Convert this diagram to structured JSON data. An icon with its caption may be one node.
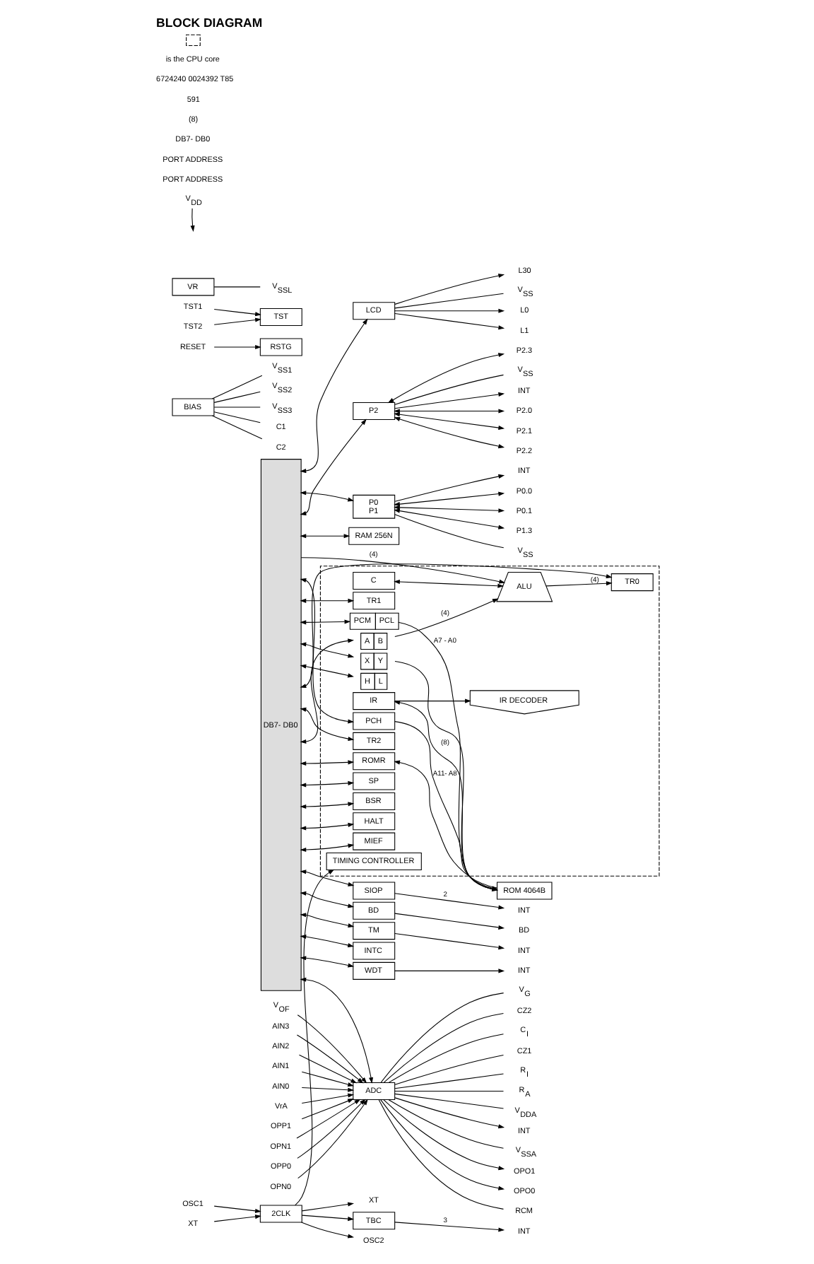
{
  "diagram": {
    "title": "BLOCK DIAGRAM",
    "nodes": [
      {
        "text": [],
        "shape": "box"
      },
      {
        "text": [
          "BIAS"
        ]
      },
      {
        "text": [
          "LCD"
        ]
      },
      {
        "text": [
          "P0",
          "P1"
        ]
      },
      {
        "text": [
          "P2"
        ]
      },
      {
        "text": [
          "ADC"
        ]
      },
      {
        "text": [
          "ROM 4064B"
        ]
      },
      {
        "text": [
          "RAM 256N"
        ]
      },
      {
        "text": [
          "SIOP"
        ]
      },
      {
        "text": [
          "PCH"
        ],
        "in": 0
      },
      {
        "text": [
          "TR1"
        ],
        "in": 0
      },
      {
        "text": [
          "PCM",
          "PCL"
        ],
        "in": 0
      },
      {
        "text": [
          "X",
          "Y"
        ],
        "in": 0
      },
      {
        "text": [
          "H",
          "L"
        ],
        "in": 0
      },
      {
        "text": [
          "ALU"
        ],
        "in": 0
      },
      {
        "text": [
          "TR0"
        ],
        "in": 0
      },
      {
        "text": [
          "TR2"
        ],
        "in": 0
      },
      {
        "text": [
          "C"
        ],
        "in": 0
      },
      {
        "text": [
          "A",
          "B"
        ],
        "in": 0
      },
      {
        "text": [
          "ROMR"
        ],
        "in": 0
      },
      {
        "text": [
          "IR"
        ],
        "in": 0
      },
      {
        "text": [
          "IR DECODER"
        ],
        "in": 0
      },
      {
        "text": [
          "SP"
        ],
        "in": 0
      },
      {
        "text": [
          "TIMING CONTROLLER"
        ],
        "in": 0
      },
      {
        "text": [
          "BSR"
        ],
        "in": 0
      },
      {
        "text": [
          "HALT"
        ],
        "in": 0
      },
      {
        "text": [
          "MIEF"
        ],
        "in": 0
      },
      {
        "text": [
          "TBC"
        ]
      },
      {
        "text": [
          "BD"
        ]
      },
      {
        "text": [
          "TM"
        ]
      },
      {
        "text": [
          "INTC"
        ]
      },
      {
        "text": [
          "WDT"
        ]
      },
      {
        "text": [
          "2CLK"
        ]
      },
      {
        "text": [
          "RSTG"
        ]
      },
      {
        "text": [
          "TST"
        ]
      },
      {
        "text": [
          "VR"
        ]
      },
      {
        "text": [
          "DB7- DB0"
        ]
      },
      {
        "text": [
          "V$_{DD}$"
        ]
      },
      {
        "text": [
          "V$_{SS1}$"
        ]
      },
      {
        "text": [
          "V$_{SS2}$"
        ]
      },
      {
        "text": [
          "V$_{SS3}$"
        ]
      },
      {
        "text": [
          "C1"
        ]
      },
      {
        "text": [
          "C2"
        ]
      },
      {
        "text": [
          "L0"
        ]
      },
      {
        "text": [
          "L1"
        ]
      },
      {
        "text": [
          "L30"
        ]
      },
      {
        "text": [
          "V$_{SS}$"
        ]
      },
      {
        "text": [
          "P0.0"
        ]
      },
      {
        "text": [
          "P0.1"
        ]
      },
      {
        "text": [
          "P1.3"
        ]
      },
      {
        "text": [
          "V$_{SS}$"
        ]
      },
      {
        "text": [
          "INT"
        ]
      },
      {
        "text": [
          "INT"
        ]
      },
      {
        "text": [
          "P2.0"
        ]
      },
      {
        "text": [
          "P2.1"
        ]
      },
      {
        "text": [
          "P2.2"
        ]
      },
      {
        "text": [
          "P2.3"
        ]
      },
      {
        "text": [
          "V$_{SS}$"
        ]
      },
      {
        "text": [
          "INT"
        ]
      },
      {
        "text": [
          "V$_{SSA}$"
        ]
      },
      {
        "text": [
          "OPP1"
        ]
      },
      {
        "text": [
          "OPN1"
        ]
      },
      {
        "text": [
          "OPO1"
        ]
      },
      {
        "text": [
          "OPP0"
        ]
      },
      {
        "text": [
          "OPN0"
        ]
      },
      {
        "text": [
          "OPO0"
        ]
      },
      {
        "text": [
          "V$_{OF}$"
        ]
      },
      {
        "text": [
          "RCM"
        ]
      },
      {
        "text": [
          "V$_{G}$"
        ]
      },
      {
        "text": [
          "CZ2"
        ]
      },
      {
        "text": [
          "C$_{I}$"
        ]
      },
      {
        "text": [
          "CZ1"
        ]
      },
      {
        "text": [
          "R$_{I}$"
        ]
      },
      {
        "text": [
          "R$_{A}$"
        ]
      },
      {
        "text": [
          "AIN3"
        ]
      },
      {
        "text": [
          "AIN2"
        ]
      },
      {
        "text": [
          "AIN1"
        ]
      },
      {
        "text": [
          "AIN0"
        ]
      },
      {
        "text": [
          "VrA"
        ]
      },
      {
        "text": [
          "V$_{DDA}$"
        ]
      },
      {
        "text": [
          "INT"
        ]
      },
      {
        "text": [
          "BD"
        ]
      },
      {
        "text": [
          "INT"
        ]
      },
      {
        "text": [
          "INT"
        ]
      },
      {
        "text": [
          "INT"
        ]
      },
      {
        "text": [
          "OSC2"
        ]
      },
      {
        "text": [
          "OSC1"
        ]
      },
      {
        "text": [
          "XT"
        ]
      },
      {
        "text": [
          "XT"
        ]
      },
      {
        "text": [
          "RESET"
        ]
      },
      {
        "text": [
          "TST1"
        ]
      },
      {
        "text": [
          "TST2"
        ]
      },
      {
        "text": [
          "V$_{SSL}$"
        ]
      }
    ],
    "edges": [
      {
        "from": 37,
        "to": null,
        "arrow": "to"
      },
      {
        "from": 38,
        "to": 1,
        "arrow": "none"
      },
      {
        "from": 39,
        "to": 1,
        "arrow": "none"
      },
      {
        "from": 40,
        "to": 1,
        "arrow": "none"
      },
      {
        "from": 41,
        "to": 1,
        "arrow": "none"
      },
      {
        "from": 42,
        "to": 1,
        "arrow": "none"
      },
      {
        "from": 2,
        "to": 43,
        "arrow": "to"
      },
      {
        "from": 2,
        "to": 44,
        "arrow": "to"
      },
      {
        "from": 2,
        "to": 45,
        "arrow": "to"
      },
      {
        "from": 46,
        "to": 2,
        "arrow": "none"
      },
      {
        "from": 47,
        "to": 3,
        "arrow": "both"
      },
      {
        "from": 48,
        "to": 3,
        "arrow": "both"
      },
      {
        "from": 49,
        "to": 3,
        "arrow": "both"
      },
      {
        "from": 50,
        "to": 3,
        "arrow": "none"
      },
      {
        "from": 3,
        "to": 51,
        "arrow": "to"
      },
      {
        "from": 4,
        "to": 52,
        "arrow": "to"
      },
      {
        "from": 53,
        "to": 4,
        "arrow": "both"
      },
      {
        "from": 54,
        "to": 4,
        "arrow": "both"
      },
      {
        "from": 55,
        "to": 4,
        "arrow": "both"
      },
      {
        "from": 56,
        "to": 4,
        "arrow": "both"
      },
      {
        "from": 57,
        "to": 4,
        "arrow": "none"
      },
      {
        "from": 5,
        "to": 58,
        "arrow": "to"
      },
      {
        "from": 59,
        "to": 5,
        "arrow": "none"
      },
      {
        "from": 60,
        "to": 5,
        "arrow": "to"
      },
      {
        "from": 61,
        "to": 5,
        "arrow": "to"
      },
      {
        "from": 5,
        "to": 62,
        "arrow": "to"
      },
      {
        "from": 63,
        "to": 5,
        "arrow": "to"
      },
      {
        "from": 64,
        "to": 5,
        "arrow": "to"
      },
      {
        "from": 5,
        "to": 65,
        "arrow": "to"
      },
      {
        "from": 66,
        "to": 5,
        "arrow": "to"
      },
      {
        "from": 5,
        "to": 67,
        "arrow": "none"
      },
      {
        "from": 5,
        "to": 68,
        "arrow": "none"
      },
      {
        "from": 5,
        "to": 69,
        "arrow": "none"
      },
      {
        "from": 5,
        "to": 70,
        "arrow": "none"
      },
      {
        "from": 5,
        "to": 71,
        "arrow": "none"
      },
      {
        "from": 5,
        "to": 72,
        "arrow": "none"
      },
      {
        "from": 5,
        "to": 73,
        "arrow": "none"
      },
      {
        "from": 74,
        "to": 5,
        "arrow": "to"
      },
      {
        "from": 75,
        "to": 5,
        "arrow": "to"
      },
      {
        "from": 76,
        "to": 5,
        "arrow": "to"
      },
      {
        "from": 77,
        "to": 5,
        "arrow": "to"
      },
      {
        "from": 78,
        "to": 5,
        "arrow": "to"
      },
      {
        "from": 5,
        "to": 79,
        "arrow": "none"
      },
      {
        "from": 8,
        "to": 80,
        "arrow": "to",
        "label": "2"
      },
      {
        "from": 28,
        "to": 81,
        "arrow": "to"
      },
      {
        "from": 29,
        "to": 82,
        "arrow": "to"
      },
      {
        "from": 31,
        "to": 83,
        "arrow": "to"
      },
      {
        "from": 27,
        "to": 84,
        "arrow": "to",
        "label": "3"
      },
      {
        "from": 32,
        "to": 85,
        "arrow": "to"
      },
      {
        "from": 86,
        "to": 32,
        "arrow": "to"
      },
      {
        "from": 32,
        "to": 87,
        "arrow": "to"
      },
      {
        "from": 88,
        "to": 32,
        "arrow": "to"
      },
      {
        "from": 89,
        "to": 33,
        "arrow": "to"
      },
      {
        "from": 90,
        "to": 34,
        "arrow": "to"
      },
      {
        "from": 91,
        "to": 34,
        "arrow": "to"
      },
      {
        "from": 92,
        "to": 35,
        "arrow": "none"
      },
      {
        "from": 32,
        "to": 23,
        "arrow": "to"
      },
      {
        "from": 32,
        "to": 27,
        "arrow": "to"
      },
      {
        "from": 9,
        "to": 6,
        "arrow": "to",
        "label": "A11- A8"
      },
      {
        "from": 11,
        "to": 6,
        "arrow": "to",
        "label": "A7 - A0"
      },
      {
        "from": 12,
        "to": 6,
        "arrow": "to"
      },
      {
        "from": 6,
        "to": 19,
        "arrow": "to"
      },
      {
        "from": 6,
        "to": 20,
        "arrow": "to",
        "label": "(8)"
      },
      {
        "from": 20,
        "to": 21,
        "arrow": "to"
      },
      {
        "from": 14,
        "to": 15,
        "arrow": "to",
        "label": "(4)"
      },
      {
        "from": 18,
        "to": 14,
        "arrow": "to",
        "label": "(4)"
      },
      {
        "from": 17,
        "to": 14,
        "arrow": "both"
      },
      {
        "from": 36,
        "to": 2,
        "arrow": "both"
      },
      {
        "from": 36,
        "to": 3,
        "arrow": "both"
      },
      {
        "from": 36,
        "to": 4,
        "arrow": "both"
      },
      {
        "from": 36,
        "to": 7,
        "arrow": "both"
      },
      {
        "from": 36,
        "to": 14,
        "arrow": "to",
        "label": "(4)"
      },
      {
        "from": 36,
        "to": 9,
        "arrow": "both"
      },
      {
        "from": 36,
        "to": 10,
        "arrow": "both"
      },
      {
        "from": 36,
        "to": 11,
        "arrow": "both"
      },
      {
        "from": 36,
        "to": 12,
        "arrow": "both"
      },
      {
        "from": 36,
        "to": 13,
        "arrow": "both"
      },
      {
        "from": 36,
        "to": 15,
        "arrow": "both"
      },
      {
        "from": 36,
        "to": 16,
        "arrow": "both"
      },
      {
        "from": 36,
        "to": 18,
        "arrow": "both"
      },
      {
        "from": 36,
        "to": 19,
        "arrow": "both"
      },
      {
        "from": 36,
        "to": 22,
        "arrow": "both"
      },
      {
        "from": 36,
        "to": 24,
        "arrow": "both"
      },
      {
        "from": 36,
        "to": 25,
        "arrow": "both"
      },
      {
        "from": 36,
        "to": 26,
        "arrow": "both"
      },
      {
        "from": 36,
        "to": 8,
        "arrow": "both"
      },
      {
        "from": 36,
        "to": 28,
        "arrow": "both"
      },
      {
        "from": 36,
        "to": 29,
        "arrow": "both"
      },
      {
        "from": 36,
        "to": 30,
        "arrow": "both"
      },
      {
        "from": 36,
        "to": 31,
        "arrow": "both"
      },
      {
        "from": 36,
        "to": 5,
        "arrow": "both"
      }
    ],
    "labels": [
      "PORT ADDRESS",
      "PORT ADDRESS",
      "DB7- DB0",
      "(8)",
      "591",
      "6724240 0024392 T85"
    ],
    "legend": [
      {
        "text": "is the CPU core"
      }
    ]
  }
}
